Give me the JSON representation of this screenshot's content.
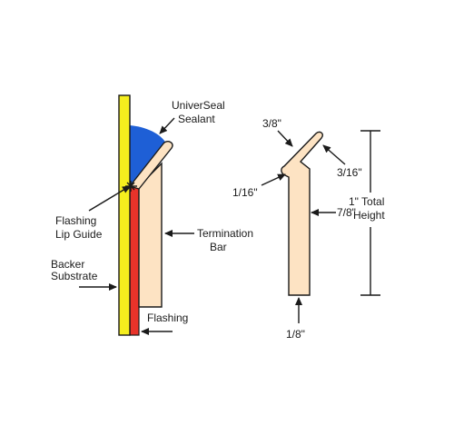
{
  "colors": {
    "backer": "#F5EE1E",
    "flashing": "#E8332A",
    "sealant": "#1E5FD6",
    "bar": "#FDE3C3",
    "outline": "#1a1a1a"
  },
  "labels": {
    "sealant_line1": "UniverSeal",
    "sealant_line2": "Sealant",
    "lip_line1": "Flashing",
    "lip_line2": "Lip Guide",
    "term_line1": "Termination",
    "term_line2": "Bar",
    "backer_line1": "Backer",
    "backer_line2": "Substrate",
    "flashing": "Flashing"
  },
  "dimensions": {
    "lip_thickness": "3/8\"",
    "lip_end": "3/16\"",
    "kink": "1/16\"",
    "body_width": "7/8\"",
    "bottom": "1/8\"",
    "total_line1": "1\" Total",
    "total_line2": "Height"
  }
}
